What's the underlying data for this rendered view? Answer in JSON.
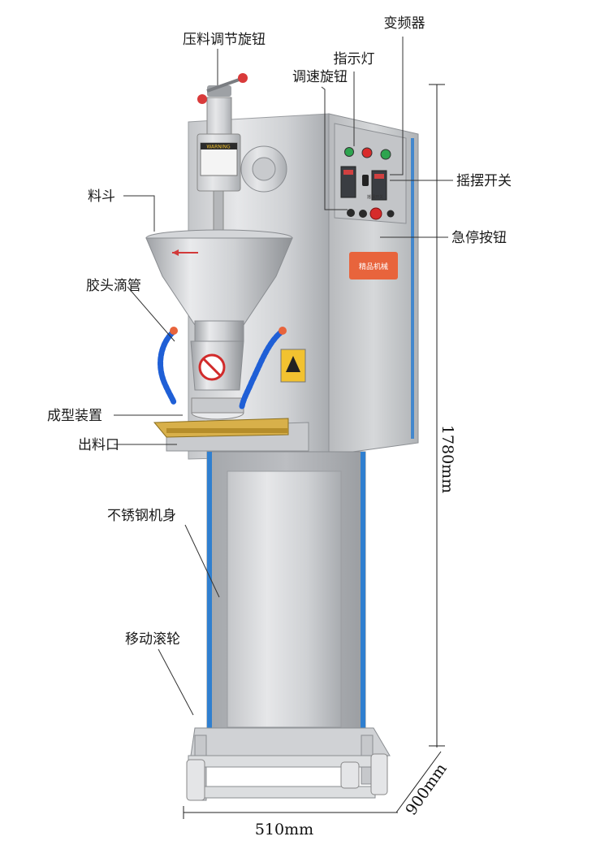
{
  "labels": {
    "pressure_knob": "压料调节旋钮",
    "inverter": "变频器",
    "indicator": "指示灯",
    "speed_knob": "调速旋钮",
    "swing_switch": "摇摆开关",
    "hopper": "料斗",
    "emergency_stop": "急停按钮",
    "glue_tube": "胶头滴管",
    "forming_device": "成型装置",
    "outlet": "出料口",
    "steel_body": "不锈钢机身",
    "casters": "移动滚轮"
  },
  "dimensions": {
    "height": "1780mm",
    "depth": "900mm",
    "width": "510mm"
  },
  "machine_text": {
    "warning_tag": "WARNING",
    "panel_label": "摇摆开关",
    "brand": "精品机械"
  },
  "colors": {
    "steel_light": "#d9dadc",
    "steel_mid": "#b7b9bc",
    "steel_dark": "#8d9094",
    "accent_blue": "#2f7fd0",
    "brand_orange": "#e8643c",
    "tube_blue": "#1f5fd6",
    "warning_yellow": "#f2c230"
  }
}
